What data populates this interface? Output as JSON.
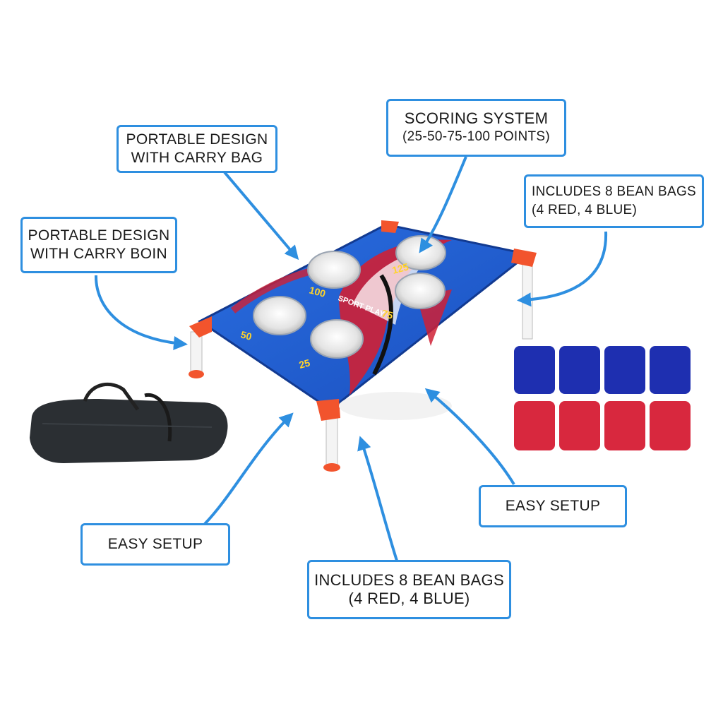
{
  "colors": {
    "callout_border": "#2e8fe0",
    "arrow": "#2e8fe0",
    "board_blue": "#1f5fd0",
    "bag_blue": "#1e2fb0",
    "bag_red": "#d8283e",
    "corner_orange": "#f2542d",
    "carry_bag": "#2b2f33"
  },
  "callouts": {
    "carry_bag_top": {
      "line1": "PORTABLE DESIGN",
      "line2": "WITH CARRY BAG"
    },
    "scoring": {
      "line1": "SCORING SYSTEM",
      "line2": "(25-50-75-100 POINTS)"
    },
    "bean_bags_right": {
      "line1": "INCLUDES 8 BEAN BAGS",
      "line2": "(4 RED, 4 BLUE)"
    },
    "carry_left": {
      "line1": "PORTABLE DESIGN",
      "line2": "WITH CARRY BOIN"
    },
    "easy_setup_left": {
      "line1": "EASY SETUP"
    },
    "easy_setup_right": {
      "line1": "EASY SETUP"
    },
    "bean_bags_bottom": {
      "line1": "INCLUDES 8 BEAN BAGS",
      "line2": "(4 RED, 4 BLUE)"
    }
  },
  "board": {
    "score_labels": [
      "125",
      "100",
      "75",
      "50",
      "25"
    ],
    "logo_text": "SPORT PLAY"
  },
  "bean_bags": {
    "blue_count": 4,
    "red_count": 4
  }
}
